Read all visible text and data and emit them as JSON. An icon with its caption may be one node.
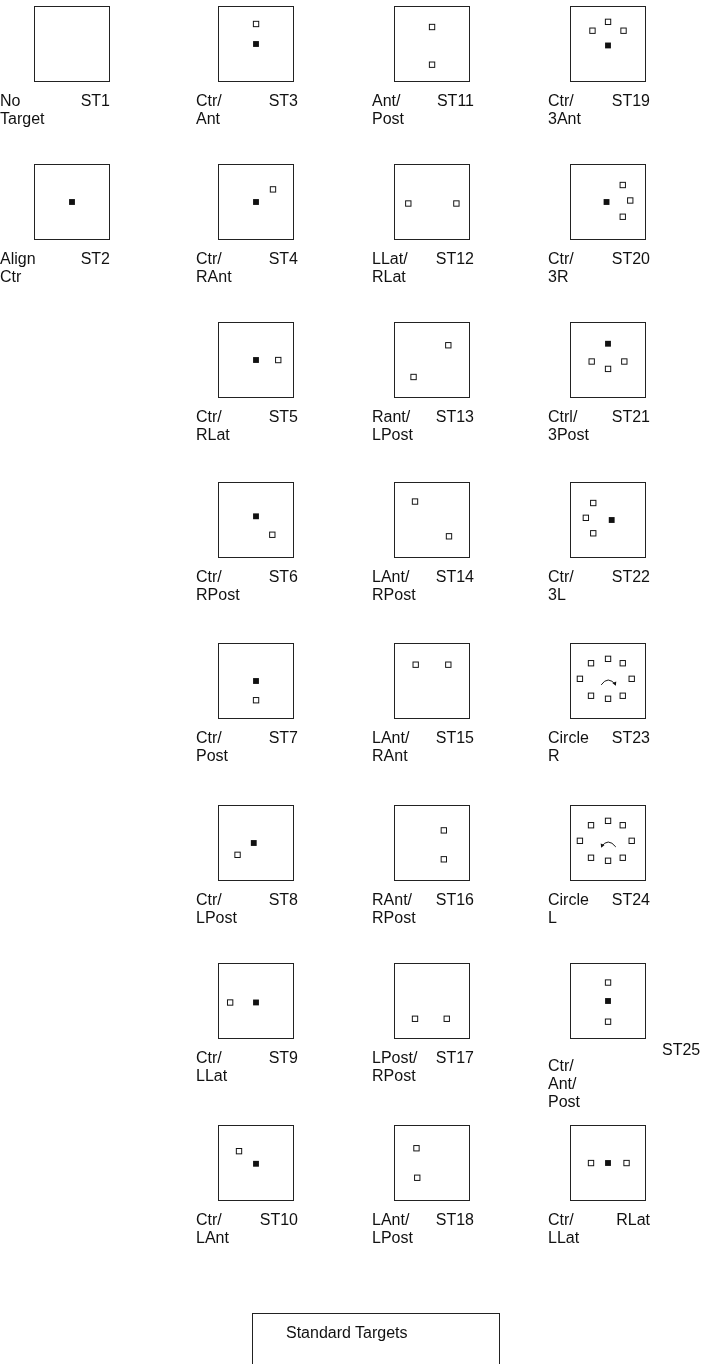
{
  "diagram": {
    "nodes": [
      {
        "text": [
          "No Target",
          "ST1"
        ]
      },
      {
        "text": [
          "Align Ctr",
          "ST2"
        ]
      },
      {
        "text": [
          "Ctr/ Ant",
          "ST3"
        ]
      },
      {
        "text": [
          "Ctr/ RAnt",
          "ST4"
        ]
      },
      {
        "text": [
          "Ctr/ RLat",
          "ST5"
        ]
      },
      {
        "text": [
          "Ctr/ RPost",
          "ST6"
        ]
      },
      {
        "text": [
          "Ctr/ Post",
          "ST7"
        ]
      },
      {
        "text": [
          "Ctr/ LPost",
          "ST8"
        ]
      },
      {
        "text": [
          "Ctr/ LLat",
          "ST9"
        ]
      },
      {
        "text": [
          "Ctr/ LAnt",
          "ST10"
        ]
      },
      {
        "text": [
          "Ant/ Post",
          "ST11"
        ]
      },
      {
        "text": [
          "LLat/ RLat",
          "ST12"
        ]
      },
      {
        "text": [
          "Rant/ LPost",
          "ST13"
        ]
      },
      {
        "text": [
          "LAnt/ RPost",
          "ST14"
        ]
      },
      {
        "text": [
          "LAnt/ RAnt",
          "ST15"
        ]
      },
      {
        "text": [
          "RAnt/ RPost",
          "ST16"
        ]
      },
      {
        "text": [
          "LPost/ RPost",
          "ST17"
        ]
      },
      {
        "text": [
          "LAnt/ LPost",
          "ST18"
        ]
      },
      {
        "text": [
          "Ctr/ 3Ant",
          "ST19"
        ]
      },
      {
        "text": [
          "Ctr/ 3R",
          "ST20"
        ]
      },
      {
        "text": [
          "Ctrl/ 3Post",
          "ST21"
        ]
      },
      {
        "text": [
          "Ctr/ 3L",
          "ST22"
        ]
      },
      {
        "text": [
          "Circle R",
          "ST23"
        ]
      },
      {
        "text": [
          "Circle L",
          "ST24"
        ]
      },
      {
        "text": [
          "Ctr/ Ant/ Post",
          "ST25"
        ]
      },
      {
        "text": [
          "Ctr/ LLat",
          "RLat"
        ]
      },
      {
        "text": [
          "Standard Targets"
        ]
      }
    ]
  }
}
